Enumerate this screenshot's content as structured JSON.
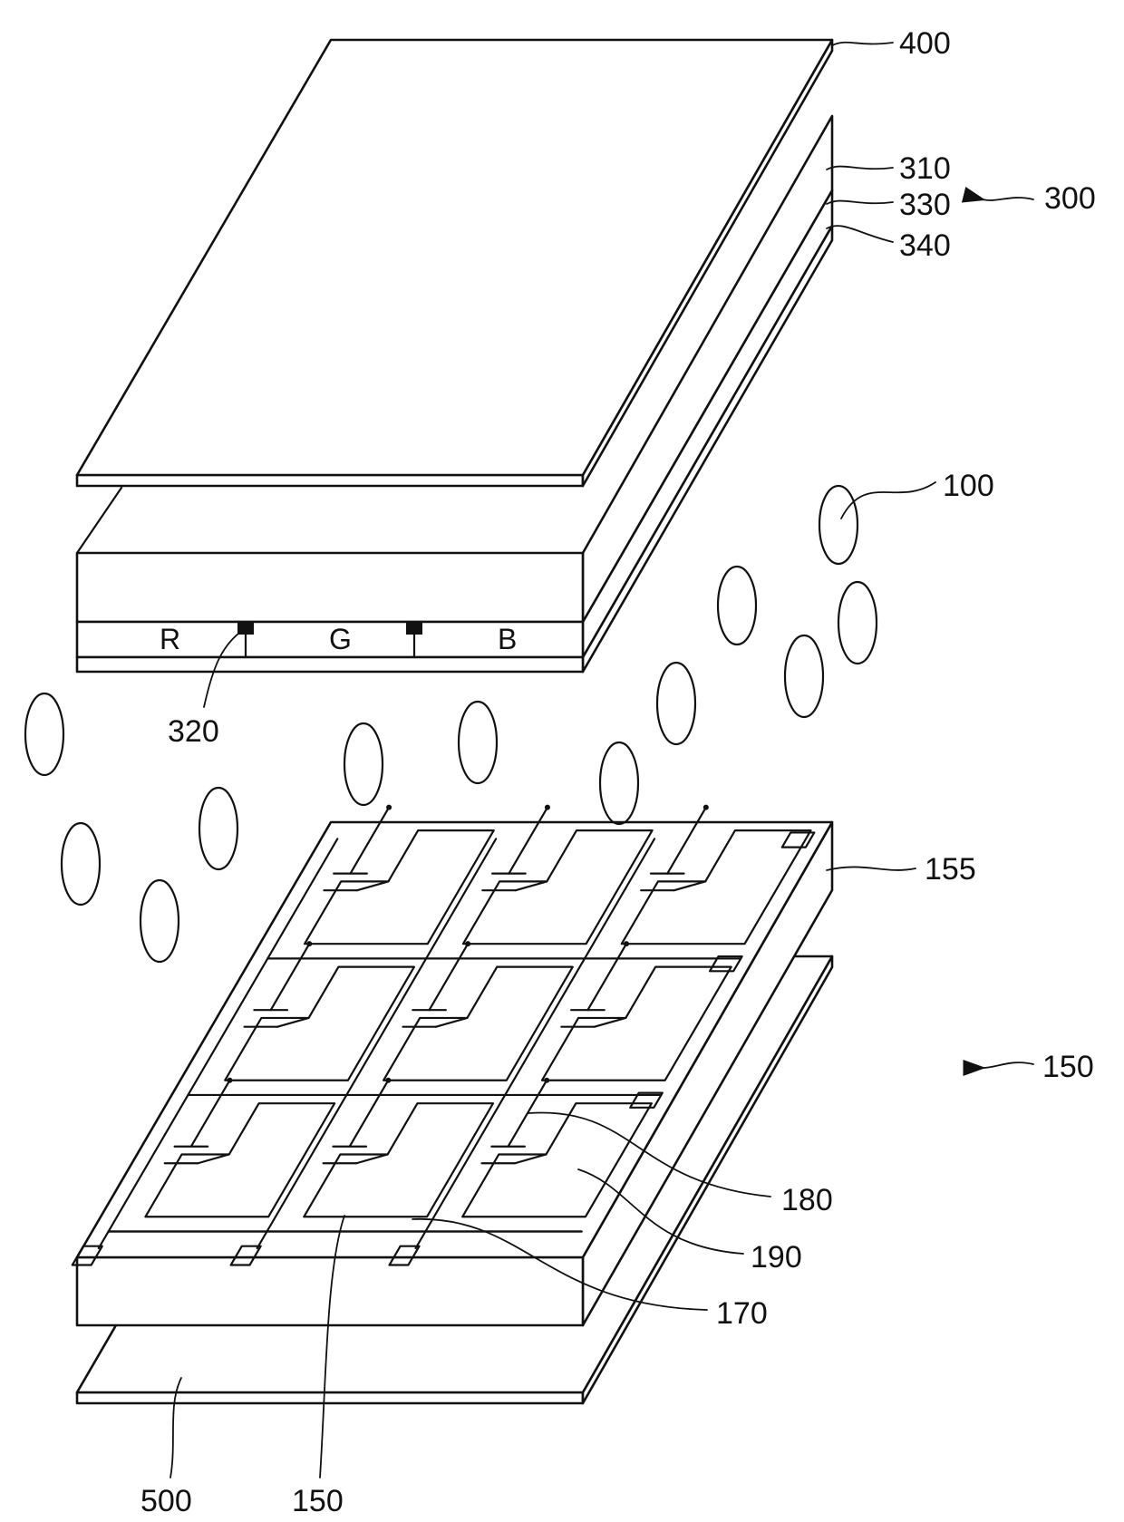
{
  "figure": {
    "labels": {
      "l400": "400",
      "l310": "310",
      "l330": "330",
      "l340": "340",
      "l300": "300",
      "l100": "100",
      "l320": "320",
      "l155": "155",
      "l150_right": "150",
      "l180": "180",
      "l190": "190",
      "l170": "170",
      "l500": "500",
      "l150_bottom": "150"
    },
    "color_filters": {
      "red": "R",
      "green": "G",
      "blue": "B"
    },
    "colors": {
      "line": "#111111",
      "background": "#ffffff"
    }
  }
}
